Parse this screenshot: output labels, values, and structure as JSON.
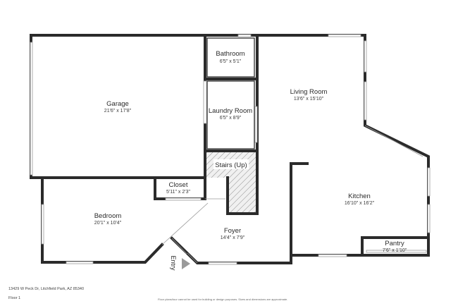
{
  "rooms": {
    "garage": {
      "name": "Garage",
      "dim": "21'6\" x 17'8\""
    },
    "bathroom": {
      "name": "Bathroom",
      "dim": "6'5\" x 5'1\""
    },
    "laundry": {
      "name": "Laundry Room",
      "dim": "6'5\" x 8'9\""
    },
    "living": {
      "name": "Living Room",
      "dim": "13'6\" x 15'10\""
    },
    "stairs": {
      "name": "Stairs (Up)",
      "dim": ""
    },
    "closet": {
      "name": "Closet",
      "dim": "5'11\" x 2'3\""
    },
    "bedroom": {
      "name": "Bedroom",
      "dim": "20'1\" x 10'4\""
    },
    "foyer": {
      "name": "Foyer",
      "dim": "14'4\" x 7'9\""
    },
    "kitchen": {
      "name": "Kitchen",
      "dim": "16'10\" x 16'2\""
    },
    "pantry": {
      "name": "Pantry",
      "dim": "7'6\" x 1'10\""
    }
  },
  "entry_label": "Entry",
  "footer": {
    "address": "13429 W Peck Dr, Litchfield Park, AZ 85340",
    "floor": "Floor 1",
    "disclaimer": "Floor plans/tour cannot be used for building or design purposes. Sizes and dimensions are approximate."
  }
}
